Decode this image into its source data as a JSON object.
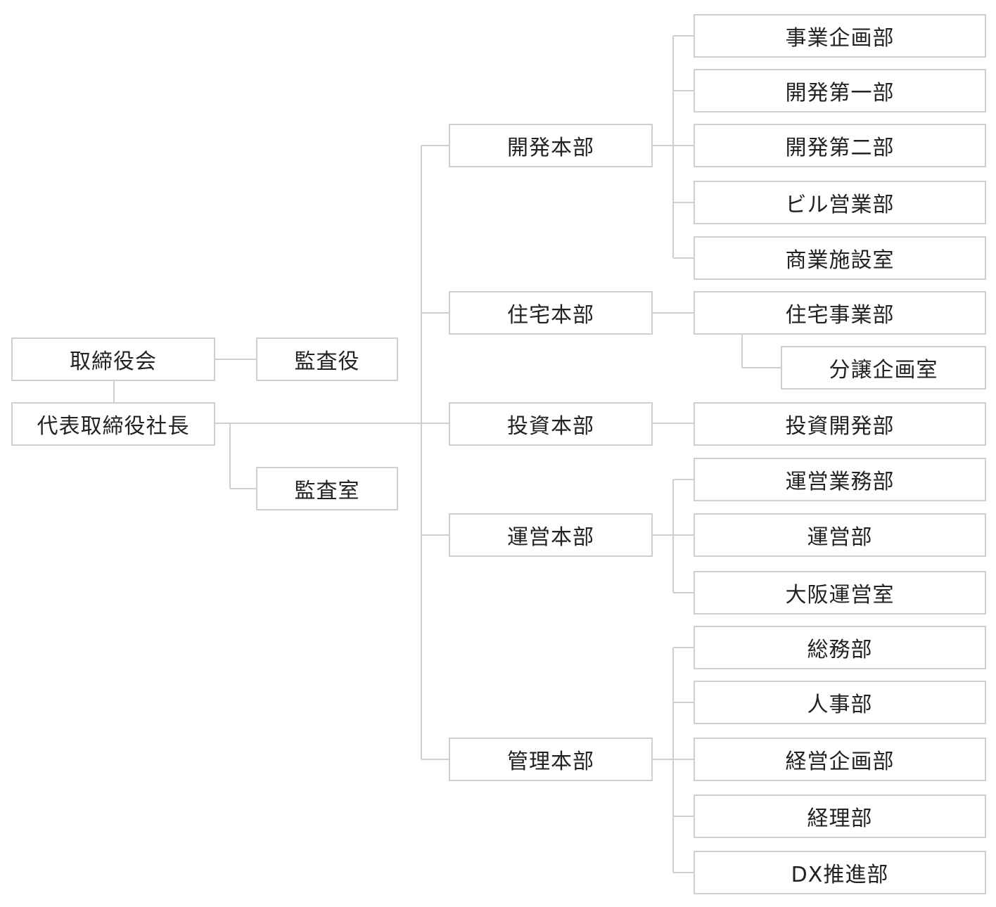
{
  "board": "取締役会",
  "president": "代表取締役社長",
  "auditor": "監査役",
  "audit_office": "監査室",
  "headquarters": [
    {
      "name": "開発本部",
      "departments": [
        "事業企画部",
        "開発第一部",
        "開発第二部",
        "ビル営業部",
        "商業施設室"
      ]
    },
    {
      "name": "住宅本部",
      "departments": [
        "住宅事業部"
      ],
      "sub_department": "分譲企画室"
    },
    {
      "name": "投資本部",
      "departments": [
        "投資開発部"
      ]
    },
    {
      "name": "運営本部",
      "departments": [
        "運営業務部",
        "運営部",
        "大阪運営室"
      ]
    },
    {
      "name": "管理本部",
      "departments": [
        "総務部",
        "人事部",
        "経営企画部",
        "経理部",
        "DX推進部"
      ]
    }
  ]
}
